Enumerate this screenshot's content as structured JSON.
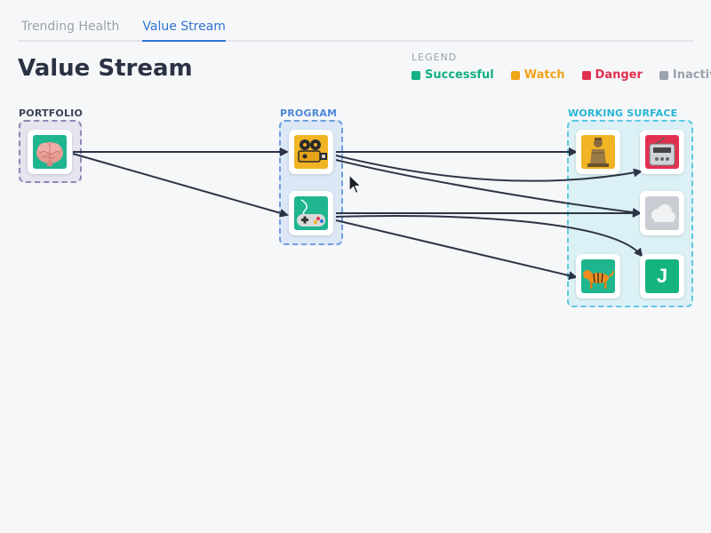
{
  "tabs": [
    {
      "label": "Trending Health",
      "active": false
    },
    {
      "label": "Value Stream",
      "active": true
    }
  ],
  "page_title": "Value Stream",
  "legend": {
    "title": "LEGEND",
    "items": [
      {
        "label": "Successful",
        "color": "#13b085"
      },
      {
        "label": "Watch",
        "color": "#f0a41a"
      },
      {
        "label": "Danger",
        "color": "#e2304f"
      },
      {
        "label": "Inactive",
        "color": "#9aa1ad"
      }
    ]
  },
  "groups": {
    "portfolio": {
      "label": "PORTFOLIO",
      "color": "#8e88b3"
    },
    "program": {
      "label": "PROGRAM",
      "color": "#4f88d8"
    },
    "working_surface": {
      "label": "WORKING SURFACE",
      "color": "#27b6d6"
    }
  },
  "nodes": {
    "brain": {
      "icon": "brain-icon"
    },
    "film_camera": {
      "icon": "film-camera-icon"
    },
    "gamepad": {
      "icon": "gamepad-icon"
    },
    "statue": {
      "icon": "statue-icon"
    },
    "radio": {
      "icon": "radio-icon"
    },
    "cloud": {
      "icon": "cloud-icon"
    },
    "tiger": {
      "icon": "tiger-icon"
    },
    "j_app": {
      "icon": "j-letter-icon",
      "letter": "J"
    }
  }
}
